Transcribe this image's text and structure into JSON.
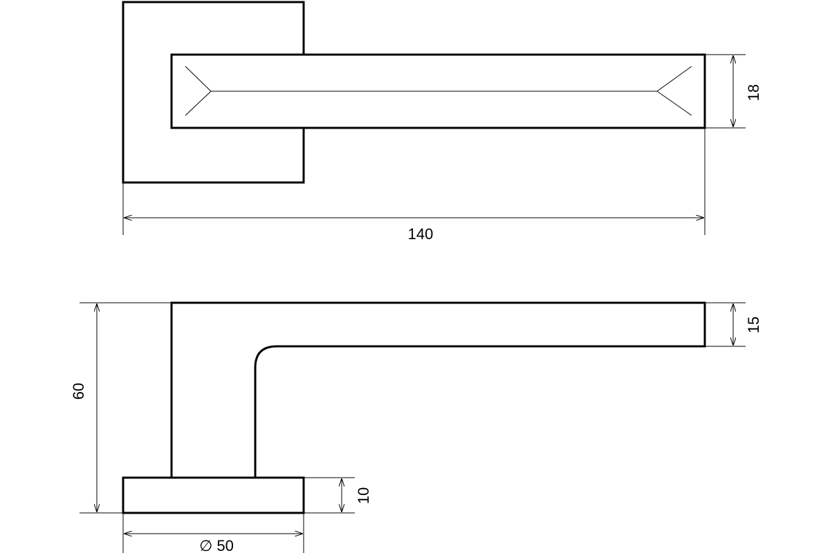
{
  "drawing": {
    "top_view": {
      "width_dimension": "140",
      "height_dimension": "18"
    },
    "side_view": {
      "height_dimension": "60",
      "lever_thickness_dimension": "15",
      "rose_thickness_dimension": "10",
      "rose_diameter_dimension": "∅ 50"
    }
  },
  "colors": {
    "line": "#000000",
    "background": "#ffffff"
  }
}
